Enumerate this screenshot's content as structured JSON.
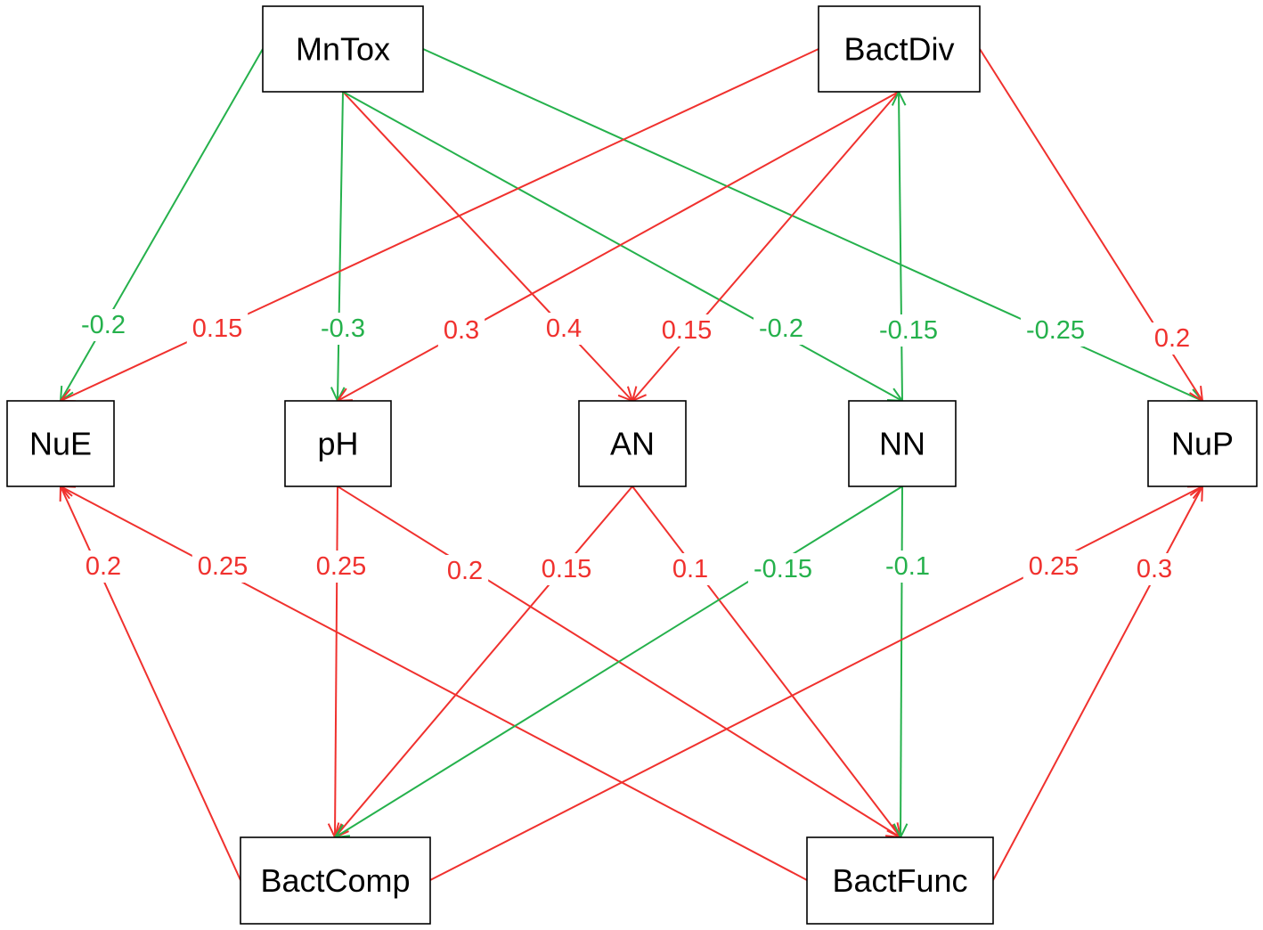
{
  "colors": {
    "positive": "#f0312e",
    "negative": "#25b14c",
    "label_bg": "#ffffff"
  },
  "nodes": [
    {
      "id": "MnTox",
      "label": "MnTox"
    },
    {
      "id": "BactDiv",
      "label": "BactDiv"
    },
    {
      "id": "NuE",
      "label": "NuE"
    },
    {
      "id": "pH",
      "label": "pH"
    },
    {
      "id": "AN",
      "label": "AN"
    },
    {
      "id": "NN",
      "label": "NN"
    },
    {
      "id": "NuP",
      "label": "NuP"
    },
    {
      "id": "BactComp",
      "label": "BactComp"
    },
    {
      "id": "BactFunc",
      "label": "BactFunc"
    }
  ],
  "edges": [
    {
      "from": "MnTox",
      "to": "NuE",
      "label": "-0.2",
      "sign": "negative"
    },
    {
      "from": "MnTox",
      "to": "pH",
      "label": "-0.3",
      "sign": "negative"
    },
    {
      "from": "MnTox",
      "to": "AN",
      "label": "0.4",
      "sign": "positive"
    },
    {
      "from": "MnTox",
      "to": "NN",
      "label": "-0.2",
      "sign": "negative"
    },
    {
      "from": "MnTox",
      "to": "NuP",
      "label": "-0.25",
      "sign": "negative"
    },
    {
      "from": "BactDiv",
      "to": "NuE",
      "label": "0.15",
      "sign": "positive"
    },
    {
      "from": "BactDiv",
      "to": "pH",
      "label": "0.3",
      "sign": "positive"
    },
    {
      "from": "BactDiv",
      "to": "AN",
      "label": "0.15",
      "sign": "positive"
    },
    {
      "from": "NN",
      "to": "BactDiv",
      "label": "-0.15",
      "sign": "negative"
    },
    {
      "from": "BactDiv",
      "to": "NuP",
      "label": "0.2",
      "sign": "positive"
    },
    {
      "from": "BactComp",
      "to": "NuE",
      "label": "0.2",
      "sign": "positive"
    },
    {
      "from": "BactFunc",
      "to": "NuE",
      "label": "0.25",
      "sign": "positive"
    },
    {
      "from": "pH",
      "to": "BactComp",
      "label": "0.25",
      "sign": "positive"
    },
    {
      "from": "pH",
      "to": "BactFunc",
      "label": "0.2",
      "sign": "positive"
    },
    {
      "from": "AN",
      "to": "BactComp",
      "label": "0.15",
      "sign": "positive"
    },
    {
      "from": "AN",
      "to": "BactFunc",
      "label": "0.1",
      "sign": "positive"
    },
    {
      "from": "NN",
      "to": "BactComp",
      "label": "-0.15",
      "sign": "negative"
    },
    {
      "from": "NN",
      "to": "BactFunc",
      "label": "-0.1",
      "sign": "negative"
    },
    {
      "from": "BactComp",
      "to": "NuP",
      "label": "0.25",
      "sign": "positive"
    },
    {
      "from": "BactFunc",
      "to": "NuP",
      "label": "0.3",
      "sign": "positive"
    }
  ]
}
